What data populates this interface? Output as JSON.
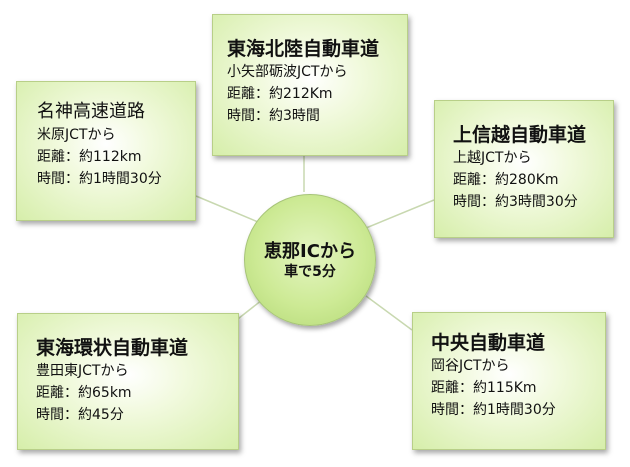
{
  "center": {
    "line1": "恵那ICから",
    "line2": "車で5分"
  },
  "routes": {
    "tokai_hokuriku": {
      "title": "東海北陸自動車道",
      "from": "小矢部砺波JCTから",
      "distance": "距離：約212Km",
      "time": "時間：約3時間"
    },
    "meishin": {
      "title": "名神高速道路",
      "from": "米原JCTから",
      "distance": "距離：約112km",
      "time": "時間：約1時間30分"
    },
    "joshinetsu": {
      "title": "上信越自動車道",
      "from": "上越JCTから",
      "distance": "距離：約280Km",
      "time": "時間：約3時間30分"
    },
    "tokai_kanjo": {
      "title": "東海環状自動車道",
      "from": "豊田東JCTから",
      "distance": "距離：約65km",
      "time": "時間：約45分"
    },
    "chuo": {
      "title": "中央自動車道",
      "from": "岡谷JCTから",
      "distance": "距離：約115Km",
      "time": "時間：約1時間30分"
    }
  },
  "colors": {
    "box_fill": "#d6eeaa",
    "hub_fill": "#cdea95",
    "connector": "#c8d8b0"
  }
}
